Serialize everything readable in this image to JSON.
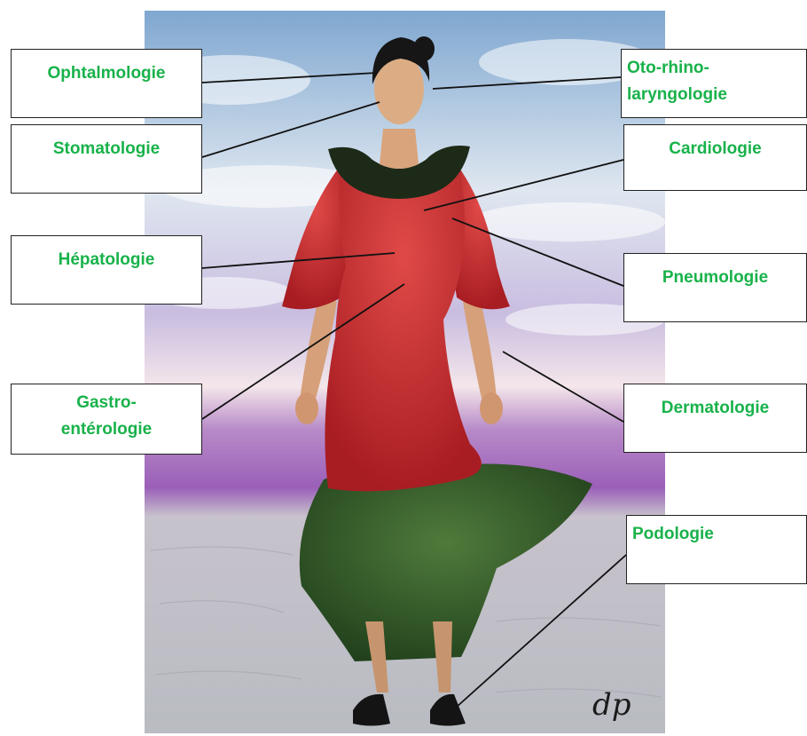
{
  "colors": {
    "label_text": "#18b24a",
    "dress": "#c8262a",
    "skirt": "#2e5a26",
    "sky_top": "#7fa7d0",
    "sky_bottom": "#9b5fb8",
    "ground": "#b9bcc2"
  },
  "signature_text": "dp",
  "labels": [
    {
      "id": "ophtalmologie",
      "text": "Ophtalmologie"
    },
    {
      "id": "oto-rhino-laryngologie",
      "text": "Oto-rhino-\nlaryngologie"
    },
    {
      "id": "stomatologie",
      "text": "Stomatologie"
    },
    {
      "id": "cardiologie",
      "text": "Cardiologie"
    },
    {
      "id": "hepatologie",
      "text": "Hépatologie"
    },
    {
      "id": "pneumologie",
      "text": "Pneumologie"
    },
    {
      "id": "gastro-enterologie",
      "text": "Gastro-\nentérologie"
    },
    {
      "id": "dermatologie",
      "text": "Dermatologie"
    },
    {
      "id": "podologie",
      "text": "Podologie"
    }
  ]
}
